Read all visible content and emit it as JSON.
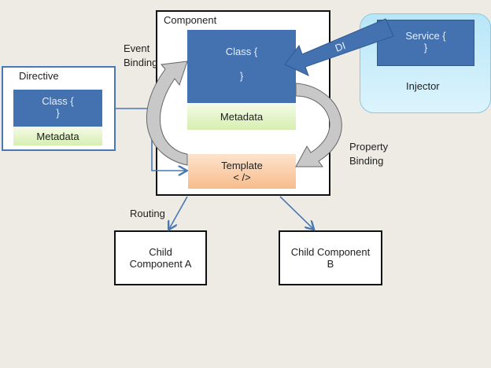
{
  "component": {
    "title": "Component",
    "class_open": "Class {",
    "class_close": "}",
    "metadata": "Metadata",
    "template_title": "Template",
    "template_code": "< />"
  },
  "directive": {
    "title": "Directive",
    "class_open": "Class {",
    "class_close": "}",
    "metadata": "Metadata"
  },
  "injector": {
    "title": "Injector",
    "service_open": "Service {",
    "service_close": "}"
  },
  "labels": {
    "event_binding_1": "Event",
    "event_binding_2": "Binding",
    "property_binding_1": "Property",
    "property_binding_2": "Binding",
    "di": "DI",
    "routing": "Routing"
  },
  "children": {
    "a_line1": "Child",
    "a_line2": "Component A",
    "b_line1": "Child Component",
    "b_line2": "B"
  },
  "colors": {
    "class_blue": "#4472b0",
    "injector_bg": "#c8ecfa",
    "template_orange": "#f8c8a0",
    "metadata_green": "#d6efb0"
  }
}
